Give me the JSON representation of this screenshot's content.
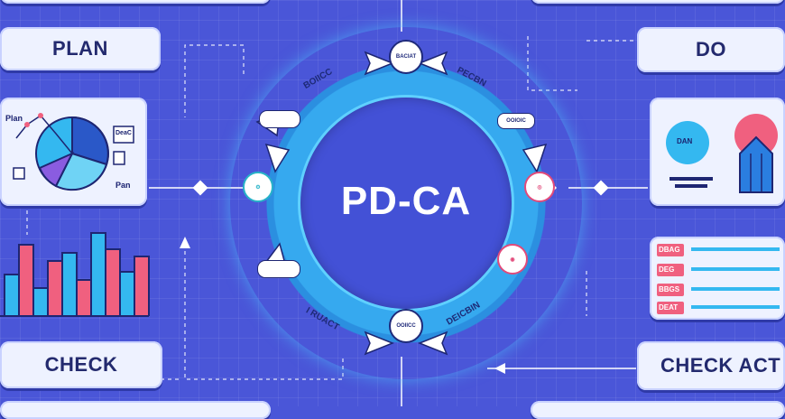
{
  "diagram": {
    "title": "PD-CA",
    "labels": {
      "plan": "PLAN",
      "do": "DO",
      "check": "CHECK",
      "check_act": "CHECK ACT"
    },
    "ring_labels": [
      "BOIICC",
      "PECBN",
      "I RUACT",
      "DEICBIN"
    ],
    "node_texts": [
      "BACIAT",
      "OOIOIC",
      "OOIICC"
    ],
    "plan_card_texts": [
      "Plan",
      "Pan",
      "DeaC"
    ],
    "do_card_text": "DAN",
    "list_card_items": [
      "DBAG",
      "DEG",
      "BBGS",
      "DEAT"
    ],
    "colors": {
      "background": "#4a56d8",
      "ring": "#36a9ef",
      "pink": "#f0607f",
      "cyan": "#34b8f0"
    },
    "bar_chart": {
      "values": [
        42,
        72,
        28,
        56,
        64,
        36,
        84,
        68,
        44,
        60
      ],
      "ylim": [
        0,
        100
      ]
    }
  }
}
